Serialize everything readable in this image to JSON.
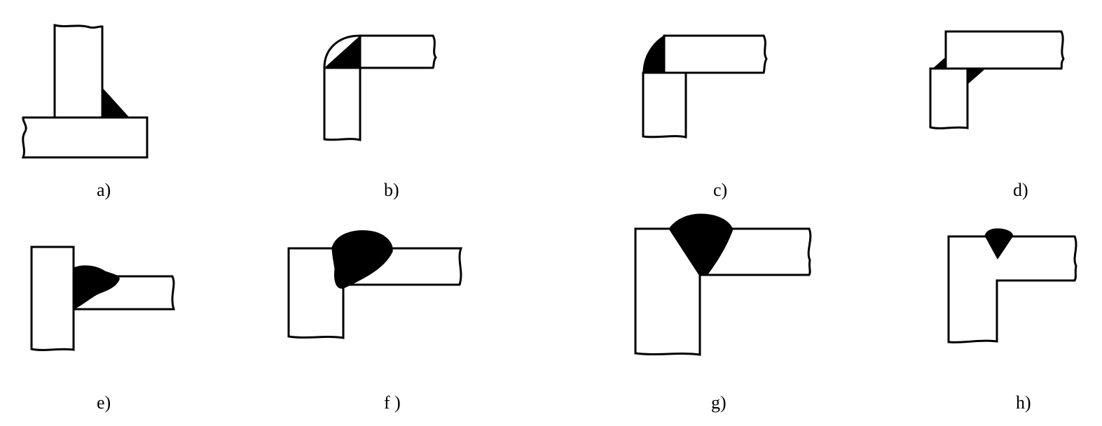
{
  "colors": {
    "outline": "#000000",
    "weld_fill": "#000000",
    "background": "#ffffff"
  },
  "figures": [
    {
      "id": "a",
      "caption": "a)"
    },
    {
      "id": "b",
      "caption": "b)"
    },
    {
      "id": "c",
      "caption": "c)"
    },
    {
      "id": "d",
      "caption": "d)"
    },
    {
      "id": "e",
      "caption": "e)"
    },
    {
      "id": "f",
      "caption": "f )"
    },
    {
      "id": "g",
      "caption": "g)"
    },
    {
      "id": "h",
      "caption": "h)"
    }
  ]
}
